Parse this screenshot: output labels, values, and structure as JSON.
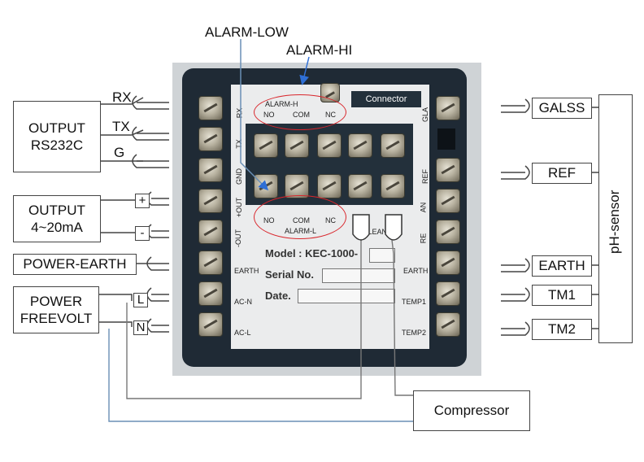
{
  "top_labels": {
    "alarm_low": "ALARM-LOW",
    "alarm_hi": "ALARM-HI"
  },
  "left": {
    "output_rs232c": {
      "line1": "OUTPUT",
      "line2": "RS232C",
      "pins": [
        "RX",
        "TX",
        "G"
      ]
    },
    "output_4_20": {
      "line1": "OUTPUT",
      "line2": "4~20mA",
      "pins": [
        "+",
        "-"
      ]
    },
    "power_earth": "POWER-EARTH",
    "power_freevolt": {
      "line1": "POWER",
      "line2": "FREEVOLT",
      "pins": [
        "L",
        "N"
      ]
    }
  },
  "right": {
    "labels": [
      "GALSS",
      "REF",
      "EARTH",
      "TM1",
      "TM2"
    ],
    "sensor": "pH-sensor"
  },
  "compressor": "Compressor",
  "device": {
    "connector": "Connector",
    "alarm_h": {
      "title": "ALARM-H",
      "pins": [
        "NO",
        "COM",
        "NC"
      ]
    },
    "alarm_l": {
      "title": "ALARM-L",
      "pins": [
        "NO",
        "COM",
        "NC"
      ]
    },
    "model_label": "Model : KEC-1000-",
    "serial_label": "Serial No.",
    "date_label": "Date.",
    "left_terminals": [
      "RX",
      "TX",
      "GND",
      "+OUT",
      "-OUT",
      "EARTH",
      "AC-N",
      "AC-L"
    ],
    "right_terminals": [
      "GLA",
      "",
      "REF",
      "AN",
      "RE",
      "EARTH",
      "TEMP1",
      "TEMP2"
    ],
    "clean": "CLEAN"
  },
  "colors": {
    "ellipse": "#d9262c",
    "arrow": "#2f6fd6",
    "wire": "#555555",
    "wire_blue": "#6a8fb5"
  }
}
